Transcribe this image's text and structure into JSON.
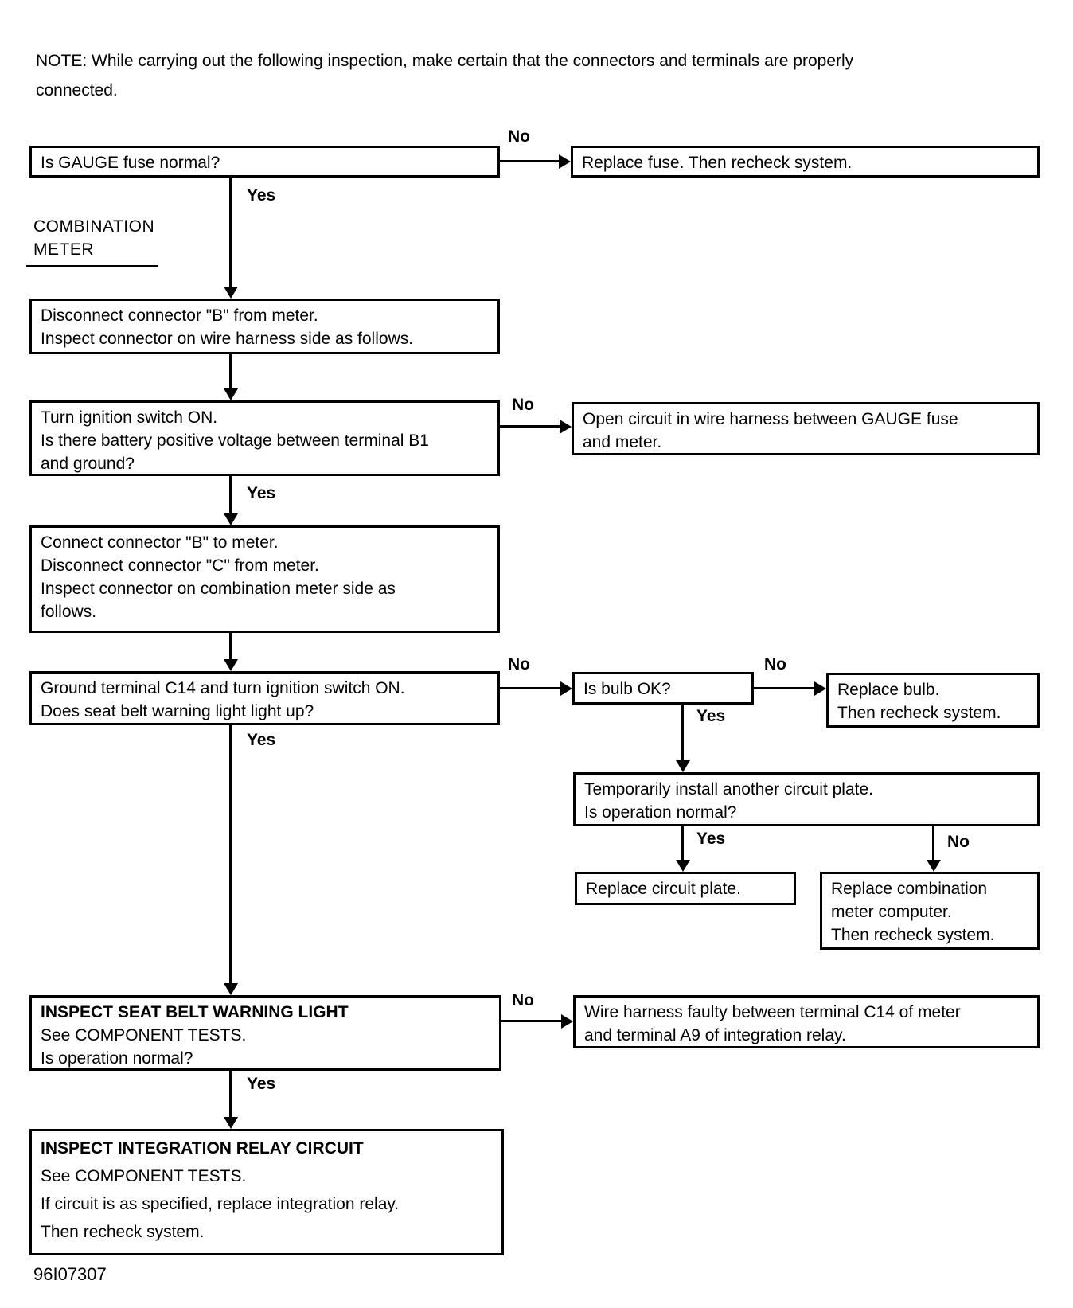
{
  "colors": {
    "ink": "#000000",
    "paper": "#ffffff"
  },
  "note": {
    "line1": "NOTE:  While carrying out the following inspection, make certain that the connectors and terminals are properly",
    "line2": "connected."
  },
  "section_label": {
    "line1": "COMBINATION",
    "line2": "METER"
  },
  "edge_labels": {
    "yes": "Yes",
    "no": "No"
  },
  "nodes": {
    "gauge_fuse": {
      "lines": [
        "Is GAUGE fuse normal?"
      ]
    },
    "replace_fuse": {
      "lines": [
        "Replace fuse. Then recheck system."
      ]
    },
    "disconnect_b": {
      "lines": [
        "Disconnect connector \"B\" from meter.",
        "Inspect connector on wire harness side as follows."
      ]
    },
    "ignition_voltage": {
      "lines": [
        "Turn ignition switch ON.",
        "Is there battery positive voltage between terminal B1",
        "and ground?"
      ]
    },
    "open_circuit": {
      "lines": [
        "Open circuit in wire harness between GAUGE fuse",
        "and meter."
      ]
    },
    "connect_b_disconnect_c": {
      "lines": [
        "Connect connector \"B\" to meter.",
        "Disconnect connector \"C\" from meter.",
        "Inspect connector on combination meter side as",
        "follows."
      ]
    },
    "ground_c14": {
      "lines": [
        "Ground terminal C14 and turn ignition switch ON.",
        "Does seat belt warning light light up?"
      ]
    },
    "bulb_ok": {
      "lines": [
        "Is bulb OK?"
      ]
    },
    "replace_bulb": {
      "lines": [
        "Replace bulb.",
        "Then recheck system."
      ]
    },
    "temp_circuit_plate": {
      "lines": [
        "Temporarily install another circuit plate.",
        "Is operation normal?"
      ]
    },
    "replace_circuit_plate": {
      "lines": [
        "Replace circuit plate."
      ]
    },
    "replace_meter_computer": {
      "lines": [
        "Replace combination",
        "meter computer.",
        "Then recheck system."
      ]
    },
    "inspect_seat_belt": {
      "lines": [
        "INSPECT SEAT BELT WARNING LIGHT",
        "See COMPONENT TESTS.",
        "Is operation normal?"
      ]
    },
    "wire_harness_faulty": {
      "lines": [
        "Wire harness faulty between terminal C14 of meter",
        "and terminal A9 of integration relay."
      ]
    },
    "inspect_integration_relay": {
      "lines": [
        "INSPECT INTEGRATION RELAY CIRCUIT",
        "See COMPONENT TESTS.",
        "If circuit is as specified, replace integration relay.",
        "Then recheck system."
      ]
    }
  },
  "figure_code": "96I07307"
}
